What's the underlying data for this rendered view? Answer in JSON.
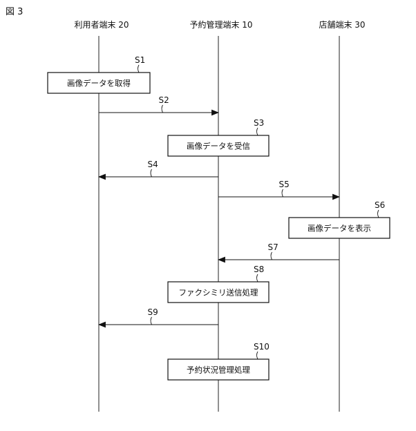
{
  "figure_label": "図 3",
  "participants": [
    {
      "id": "user",
      "label": "利用者端末 20"
    },
    {
      "id": "mgmt",
      "label": "予約管理端末 10"
    },
    {
      "id": "store",
      "label": "店舗端末 30"
    }
  ],
  "steps": [
    {
      "id": "S1",
      "kind": "process",
      "lane": "user",
      "text": "画像データを取得"
    },
    {
      "id": "S2",
      "kind": "message",
      "from": "user",
      "to": "mgmt"
    },
    {
      "id": "S3",
      "kind": "process",
      "lane": "mgmt",
      "text": "画像データを受信"
    },
    {
      "id": "S4",
      "kind": "message",
      "from": "mgmt",
      "to": "user"
    },
    {
      "id": "S5",
      "kind": "message",
      "from": "mgmt",
      "to": "store"
    },
    {
      "id": "S6",
      "kind": "process",
      "lane": "store",
      "text": "画像データを表示"
    },
    {
      "id": "S7",
      "kind": "message",
      "from": "store",
      "to": "mgmt"
    },
    {
      "id": "S8",
      "kind": "process",
      "lane": "mgmt",
      "text": "ファクシミリ送信処理"
    },
    {
      "id": "S9",
      "kind": "message",
      "from": "mgmt",
      "to": "user"
    },
    {
      "id": "S10",
      "kind": "process",
      "lane": "mgmt",
      "text": "予約状況管理処理"
    }
  ]
}
